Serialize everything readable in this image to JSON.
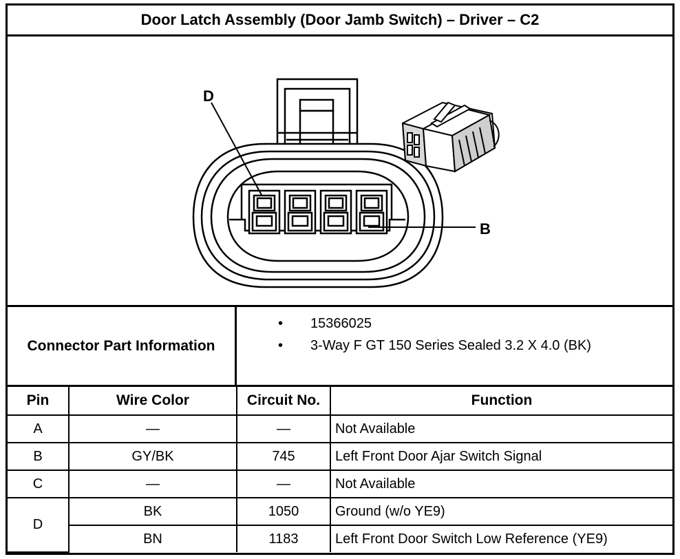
{
  "title": "Door Latch Assembly (Door Jamb Switch) – Driver – C2",
  "diagram": {
    "callout_d": "D",
    "callout_b": "B",
    "colors": {
      "line": "#000000",
      "fill": "#ffffff",
      "shade": "#bdbdbd"
    }
  },
  "connector_info": {
    "label": "Connector Part Information",
    "items": [
      "15366025",
      "3-Way F GT 150 Series Sealed 3.2 X 4.0 (BK)"
    ],
    "bullet": "•"
  },
  "pin_table": {
    "headers": [
      "Pin",
      "Wire Color",
      "Circuit No.",
      "Function"
    ],
    "rows": [
      {
        "pin": "A",
        "wire": "—",
        "circuit": "—",
        "function": "Not Available"
      },
      {
        "pin": "B",
        "wire": "GY/BK",
        "circuit": "745",
        "function": "Left Front Door Ajar Switch Signal"
      },
      {
        "pin": "C",
        "wire": "—",
        "circuit": "—",
        "function": "Not Available"
      },
      {
        "pin": "D",
        "wire": "BK",
        "circuit": "1050",
        "function": "Ground (w/o YE9)"
      },
      {
        "pin": "",
        "wire": "BN",
        "circuit": "1183",
        "function": "Left Front Door Switch Low Reference (YE9)"
      }
    ]
  }
}
